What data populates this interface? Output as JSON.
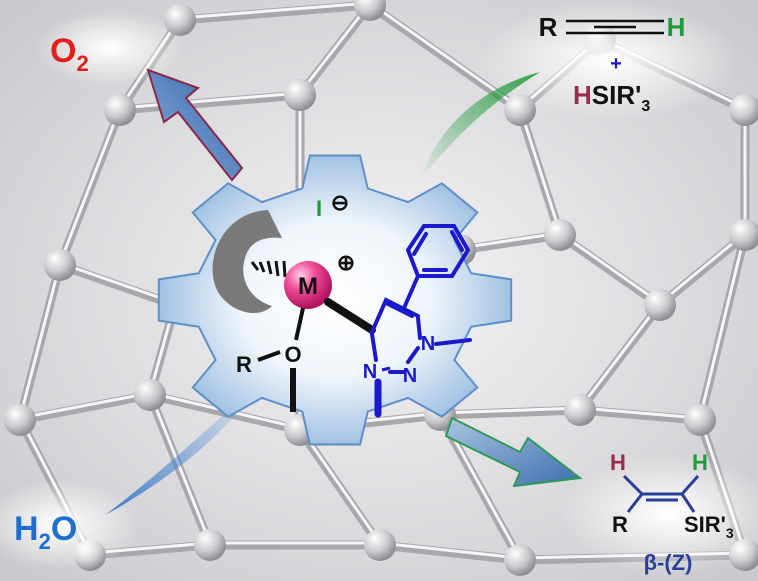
{
  "labels": {
    "o2_main": "O",
    "o2_sub": "2",
    "h2o_h": "H",
    "h2o_sub": "2",
    "h2o_o": "O",
    "alkyne_r": "R",
    "alkyne_h": "H",
    "plus": "+",
    "silane_h": "H",
    "silane_rest": "SIR'",
    "silane_sub": "3",
    "iodide": "I",
    "iodide_charge": "⊖",
    "metal": "M",
    "metal_charge": "⊕",
    "ether_r": "R",
    "ether_o": "O",
    "triazole_n1": "N",
    "triazole_n2": "N",
    "triazole_n3": "N",
    "prod_h1": "H",
    "prod_h2": "H",
    "prod_r": "R",
    "prod_si": "SIR'",
    "prod_si_sub": "3",
    "prod_stereo": "β-(Z)"
  },
  "colors": {
    "oxygen_red": "#e0201c",
    "water_blue": "#1f6fd0",
    "hydrogen_green": "#1f9a3a",
    "silane_h_maroon": "#9a2b4a",
    "triazole_blue": "#1a1acc",
    "metal_pink": "#e8358a",
    "gear_blue": "#6f9fd0",
    "stereo_blue": "#2a3f9a"
  }
}
